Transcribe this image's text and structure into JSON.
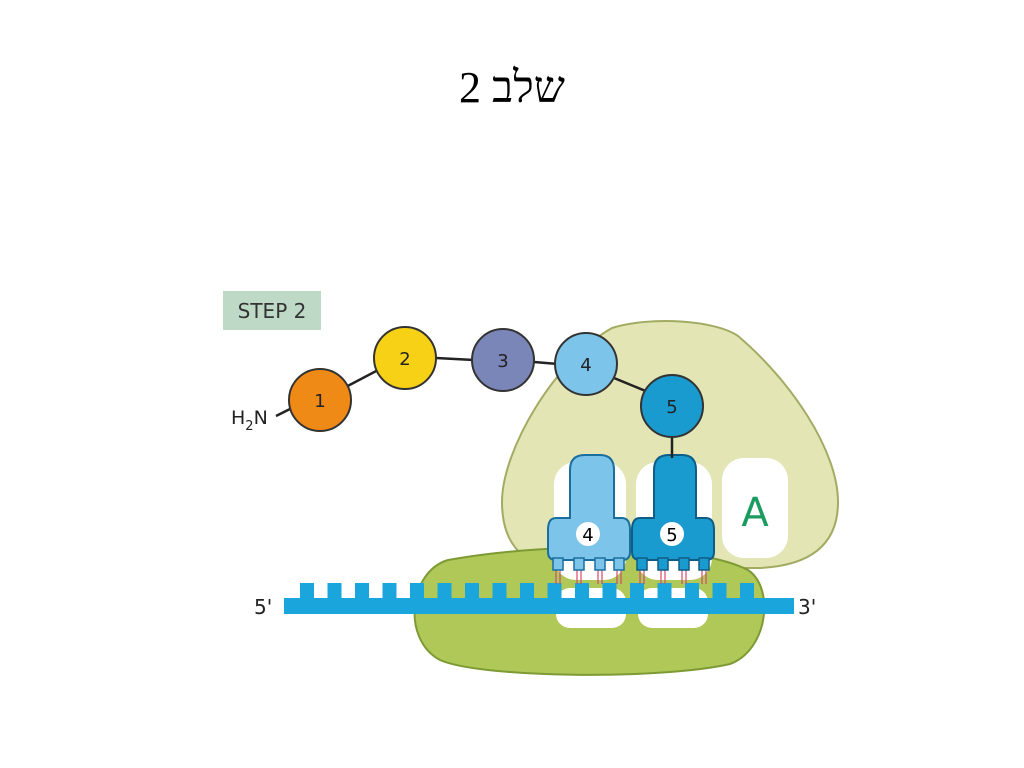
{
  "slide": {
    "title": "שלב 2"
  },
  "diagram": {
    "step_label": "STEP 2",
    "amino_group": {
      "main": "H",
      "sub": "2",
      "tail": "N"
    },
    "amino_acids": [
      {
        "label": "1",
        "color": "#ef8a17"
      },
      {
        "label": "2",
        "color": "#f7d115"
      },
      {
        "label": "3",
        "color": "#7b86b8"
      },
      {
        "label": "4",
        "color": "#7cc4ea"
      },
      {
        "label": "5",
        "color": "#1a9bd0"
      }
    ],
    "trnas": [
      {
        "label": "4",
        "color": "#7cc4ea"
      },
      {
        "label": "5",
        "color": "#1a9bd0"
      }
    ],
    "site_label": "A",
    "mrna": {
      "five_prime": "5'",
      "three_prime": "3'",
      "color": "#1aa6dc"
    },
    "colors": {
      "large_subunit": "#e3e6b4",
      "small_subunit": "#afc857",
      "step_badge": "#bfd9c7",
      "site_text": "#1a9b60"
    }
  }
}
